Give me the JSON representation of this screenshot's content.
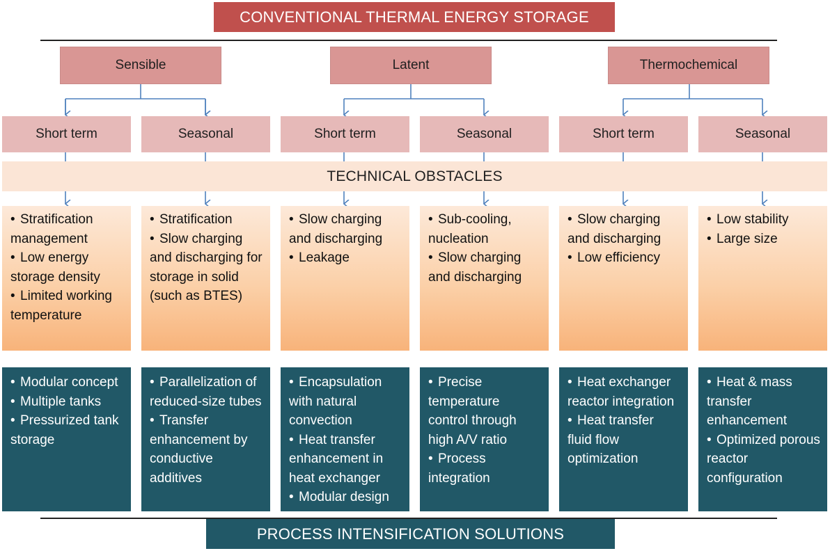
{
  "title": "CONVENTIONAL THERMAL ENERGY STORAGE",
  "obstacles_label": "TECHNICAL OBSTACLES",
  "solutions_label": "PROCESS INTENSIFICATION SOLUTIONS",
  "bullet_char": "•",
  "categories": [
    "Sensible",
    "Latent",
    "Thermochemical"
  ],
  "subcategories": [
    "Short term",
    "Seasonal",
    "Short term",
    "Seasonal",
    "Short term",
    "Seasonal"
  ],
  "obstacles": [
    [
      "Stratification management",
      "Low energy storage density",
      "Limited working temperature"
    ],
    [
      "Stratification",
      "Slow charging and discharging for storage in solid (such as BTES)"
    ],
    [
      "Slow charging and discharging",
      "Leakage"
    ],
    [
      "Sub-cooling, nucleation",
      "Slow charging and discharging"
    ],
    [
      "Slow charging and discharging",
      "Low efficiency"
    ],
    [
      "Low stability",
      "Large size"
    ]
  ],
  "solutions": [
    [
      "Modular concept",
      "Multiple tanks",
      "Pressurized tank storage"
    ],
    [
      "Parallelization of reduced-size tubes",
      "Transfer enhancement by conductive additives"
    ],
    [
      "Encapsulation with natural convection",
      "Heat transfer enhancement in heat exchanger",
      "Modular design"
    ],
    [
      "Precise temperature control through high A/V ratio",
      "Process integration"
    ],
    [
      "Heat exchanger reactor integration",
      "Heat transfer fluid flow optimization"
    ],
    [
      "Heat & mass transfer enhancement",
      "Optimized porous reactor configuration"
    ]
  ],
  "colors": {
    "title_bg": "#c0504d",
    "category_bg": "#d99694",
    "subcategory_bg": "#e6b9b8",
    "obstacles_bar_bg": "#fbe5d6",
    "obstacle_gradient_bottom": "#f8b37a",
    "solution_bg": "#215867",
    "arrow": "#4f81bd"
  }
}
